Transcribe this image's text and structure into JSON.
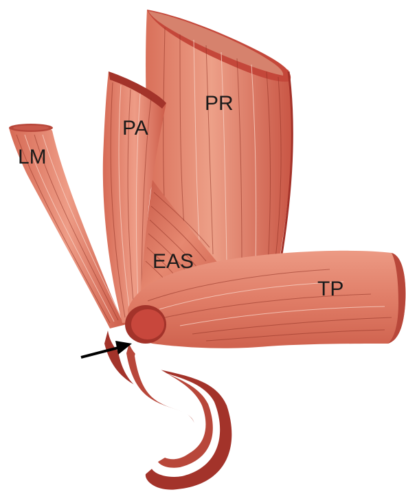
{
  "diagram": {
    "labels": {
      "lm": "LM",
      "pa": "PA",
      "pr": "PR",
      "eas": "EAS",
      "tp": "TP"
    },
    "colors": {
      "muscle": "#e07d67",
      "muscle_light": "#eea08b",
      "muscle_dark": "#b8473a",
      "edge": "#a33128",
      "cut_face": "#c8473c",
      "arrow": "#000000"
    }
  }
}
